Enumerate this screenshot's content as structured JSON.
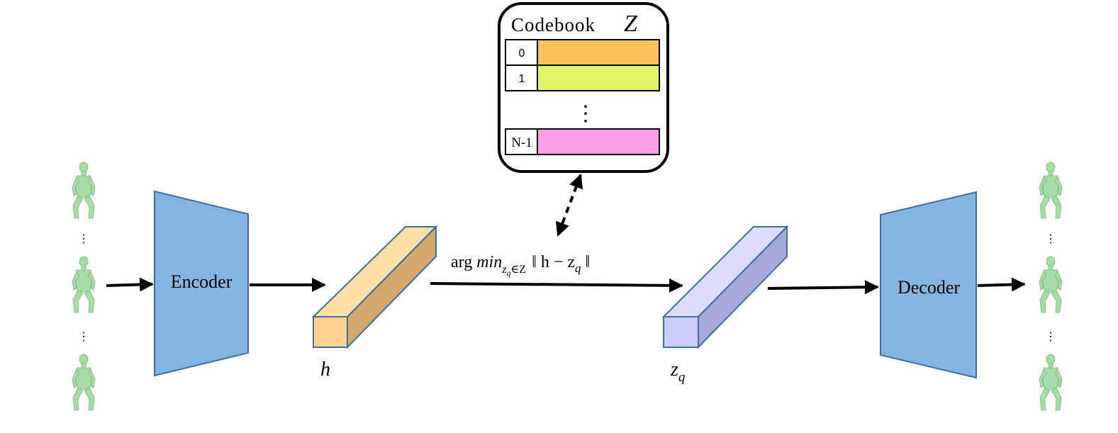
{
  "codebook": {
    "title": "Codebook",
    "symbol": "Z",
    "entries": [
      {
        "index": "0",
        "color": "#FFC15C"
      },
      {
        "index": "1",
        "color": "#E2F266"
      },
      {
        "index": "N-1",
        "color": "#FF99E8"
      }
    ],
    "ellipsis": "⋮"
  },
  "encoder": {
    "label": "Encoder",
    "color": "#86B4E0"
  },
  "decoder": {
    "label": "Decoder",
    "color": "#86B4E0"
  },
  "latent_h": {
    "label": "h",
    "color": "#FDD38B"
  },
  "latent_zq": {
    "label_main": "z",
    "label_sub": "q",
    "color": "#CCCCFF"
  },
  "quantization": {
    "arg": "arg",
    "min": "min",
    "sub_z": "z",
    "sub_q": "q",
    "sub_rest": "∈Z",
    "norm_open": "‖ h − z",
    "norm_q": "q",
    "norm_close": " ‖"
  },
  "pose_ellipsis": "⋮",
  "colors": {
    "figure": "#A6DDA6",
    "stroke": "#3F6F9F",
    "arrow": "#000000"
  }
}
